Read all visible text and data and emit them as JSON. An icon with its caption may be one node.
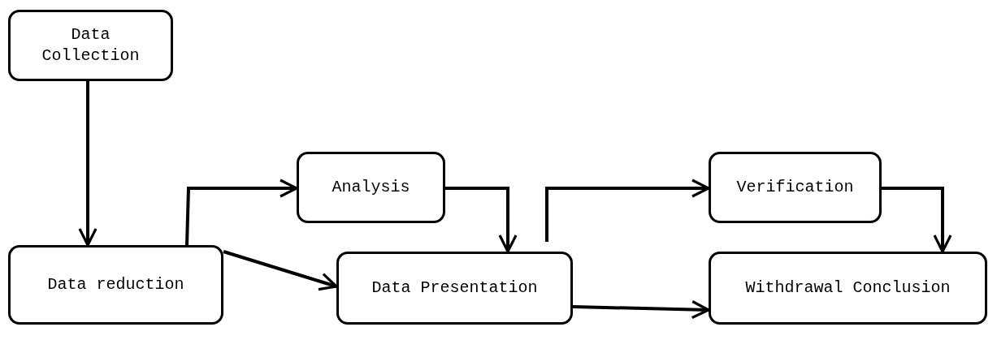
{
  "diagram": {
    "nodes": [
      {
        "text": [
          "Data Collection"
        ]
      },
      {
        "text": [
          "Data reduction"
        ]
      },
      {
        "text": [
          "Analysis"
        ]
      },
      {
        "text": [
          "Data Presentation"
        ]
      },
      {
        "text": [
          "Verification"
        ]
      },
      {
        "text": [
          "Withdrawal Conclusion"
        ]
      }
    ],
    "edges": [
      {
        "from": 0,
        "to": 1,
        "arrow": "to"
      },
      {
        "from": 1,
        "to": 2,
        "arrow": "to"
      },
      {
        "from": 1,
        "to": 3,
        "arrow": "to"
      },
      {
        "from": 2,
        "to": 3,
        "arrow": "to"
      },
      {
        "from": 3,
        "to": 4,
        "arrow": "to"
      },
      {
        "from": 4,
        "to": 5,
        "arrow": "to"
      },
      {
        "from": 3,
        "to": 5,
        "arrow": "to"
      }
    ]
  }
}
